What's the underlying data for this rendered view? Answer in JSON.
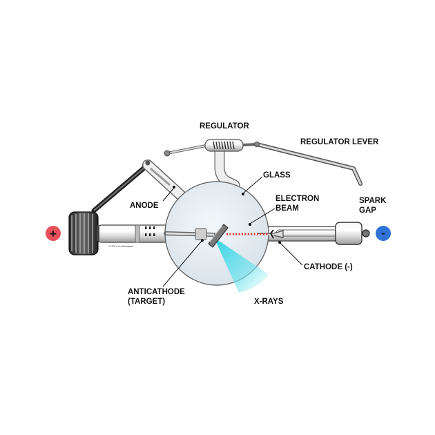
{
  "labels": {
    "regulator": "REGULATOR",
    "regulator_lever": "REGULATOR LEVER",
    "glass": "GLASS",
    "electron_beam_1": "ELECTRON",
    "electron_beam_2": "BEAM",
    "anode": "ANODE",
    "spark_gap_1": "SPARK",
    "spark_gap_2": "GAP",
    "anticathode_1": "ANTICATHODE",
    "anticathode_2": "(TARGET)",
    "xrays": "X-RAYS",
    "cathode": "CATHODE (-)",
    "copyright": "© 2011 Jim Woodward"
  },
  "terminals": {
    "positive": "+",
    "negative": "-",
    "positive_color": "#e8505b",
    "negative_color": "#2f73d8"
  },
  "colors": {
    "xray_beam": "#39d5e6",
    "electron_beam": "#e83030",
    "glass": "#e6eef3"
  }
}
